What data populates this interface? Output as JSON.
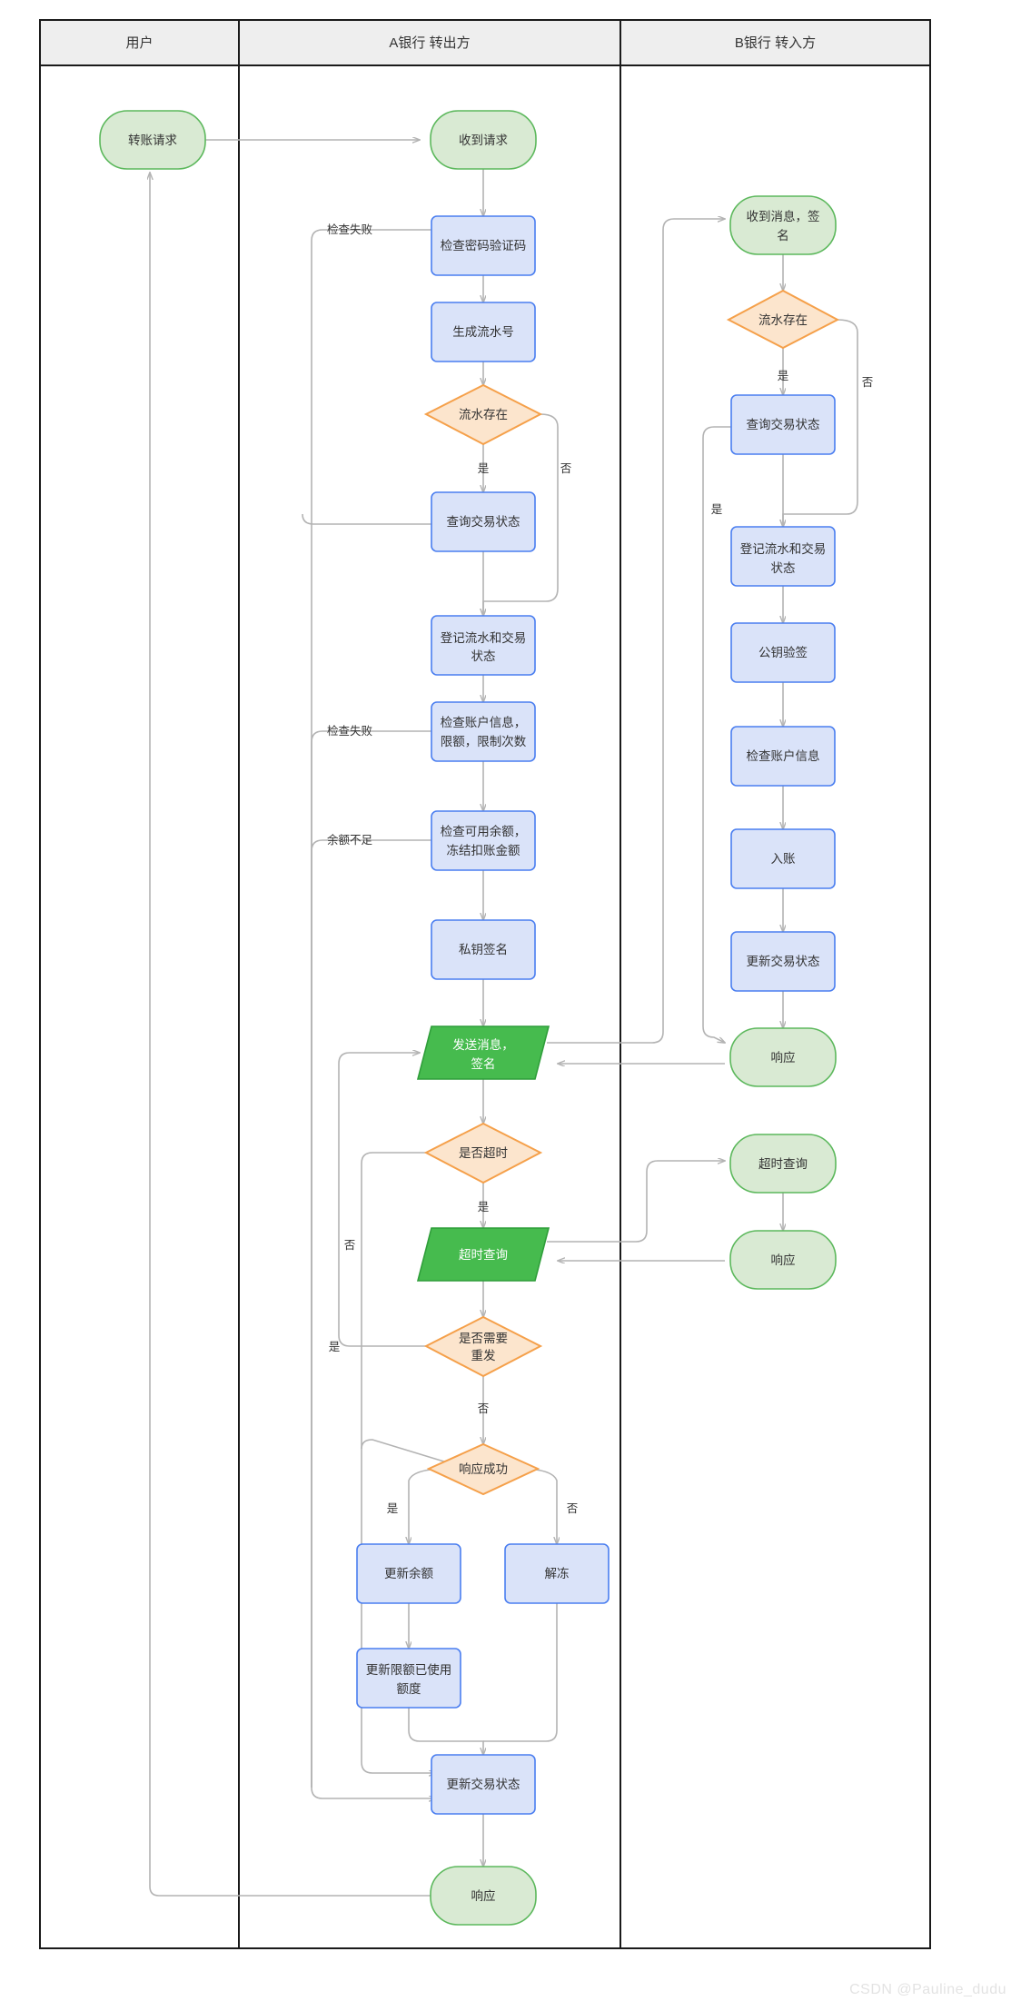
{
  "diagram": {
    "type": "flowchart",
    "title": "",
    "watermark": "CSDN @Pauline_dudu",
    "lanes": [
      {
        "id": "user",
        "label": "用户"
      },
      {
        "id": "banka",
        "label": "A银行 转出方"
      },
      {
        "id": "bankb",
        "label": "B银行 转入方"
      }
    ],
    "colors": {
      "lane_header_bg": "#eeeeee",
      "lane_border": "#1a1a1a",
      "start_fill": "#d9ead3",
      "start_stroke": "#5cb85c",
      "process_fill": "#dae3f9",
      "process_stroke": "#4a7ef0",
      "decision_fill": "#fce5cd",
      "decision_stroke": "#f5a04a",
      "io_fill": "#46bb4e",
      "io_stroke": "#2f9e3a",
      "edge": "#b3b3b3",
      "text": "#333333"
    },
    "nodes": [
      {
        "id": "u_req",
        "lane": "user",
        "shape": "start",
        "label": "转账请求"
      },
      {
        "id": "u_resp",
        "lane": "user",
        "shape": "start",
        "label": ""
      },
      {
        "id": "a_recv",
        "lane": "banka",
        "shape": "start",
        "label": "收到请求"
      },
      {
        "id": "a_pwd",
        "lane": "banka",
        "shape": "process",
        "label": "检查密码验证码"
      },
      {
        "id": "a_gen",
        "lane": "banka",
        "shape": "process",
        "label": "生成流水号"
      },
      {
        "id": "a_exist",
        "lane": "banka",
        "shape": "decision",
        "label": "流水存在"
      },
      {
        "id": "a_query",
        "lane": "banka",
        "shape": "process",
        "label": "查询交易状态"
      },
      {
        "id": "a_reg",
        "lane": "banka",
        "shape": "process",
        "label": "登记流水和交易状态"
      },
      {
        "id": "a_acct",
        "lane": "banka",
        "shape": "process",
        "label": "检查账户信息，限额，限制次数"
      },
      {
        "id": "a_bal",
        "lane": "banka",
        "shape": "process",
        "label": "检查可用余额，冻结扣账金额"
      },
      {
        "id": "a_sign",
        "lane": "banka",
        "shape": "process",
        "label": "私钥签名"
      },
      {
        "id": "a_send",
        "lane": "banka",
        "shape": "io",
        "label": "发送消息，签名"
      },
      {
        "id": "a_timeout",
        "lane": "banka",
        "shape": "decision",
        "label": "是否超时"
      },
      {
        "id": "a_tquery",
        "lane": "banka",
        "shape": "io",
        "label": "超时查询"
      },
      {
        "id": "a_resend",
        "lane": "banka",
        "shape": "decision",
        "label": "是否需要重发"
      },
      {
        "id": "a_ok",
        "lane": "banka",
        "shape": "decision",
        "label": "响应成功"
      },
      {
        "id": "a_updbal",
        "lane": "banka",
        "shape": "process",
        "label": "更新余额"
      },
      {
        "id": "a_unfreeze",
        "lane": "banka",
        "shape": "process",
        "label": "解冻"
      },
      {
        "id": "a_updlimit",
        "lane": "banka",
        "shape": "process",
        "label": "更新限额已使用额度"
      },
      {
        "id": "a_updtx",
        "lane": "banka",
        "shape": "process",
        "label": "更新交易状态"
      },
      {
        "id": "a_resp",
        "lane": "banka",
        "shape": "start",
        "label": "响应"
      },
      {
        "id": "b_recv",
        "lane": "bankb",
        "shape": "start",
        "label": "收到消息，签名"
      },
      {
        "id": "b_exist",
        "lane": "bankb",
        "shape": "decision",
        "label": "流水存在"
      },
      {
        "id": "b_query",
        "lane": "bankb",
        "shape": "process",
        "label": "查询交易状态"
      },
      {
        "id": "b_reg",
        "lane": "bankb",
        "shape": "process",
        "label": "登记流水和交易状态"
      },
      {
        "id": "b_verify",
        "lane": "bankb",
        "shape": "process",
        "label": "公钥验签"
      },
      {
        "id": "b_acct",
        "lane": "bankb",
        "shape": "process",
        "label": "检查账户信息"
      },
      {
        "id": "b_credit",
        "lane": "bankb",
        "shape": "process",
        "label": "入账"
      },
      {
        "id": "b_updtx",
        "lane": "bankb",
        "shape": "process",
        "label": "更新交易状态"
      },
      {
        "id": "b_resp1",
        "lane": "bankb",
        "shape": "start",
        "label": "响应"
      },
      {
        "id": "b_tquery",
        "lane": "bankb",
        "shape": "start",
        "label": "超时查询"
      },
      {
        "id": "b_resp2",
        "lane": "bankb",
        "shape": "start",
        "label": "响应"
      }
    ],
    "node_lines": {
      "a_reg": [
        "登记流水和交易",
        "状态"
      ],
      "a_acct": [
        "检查账户信息，",
        "限额，限制次数"
      ],
      "a_bal": [
        "检查可用余额，",
        "冻结扣账金额"
      ],
      "a_send": [
        "发送消息，",
        "签名"
      ],
      "a_resend": [
        "是否需要",
        "重发"
      ],
      "a_updlimit": [
        "更新限额已使用",
        "额度"
      ],
      "b_recv": [
        "收到消息，签",
        "名"
      ],
      "b_reg": [
        "登记流水和交易",
        "状态"
      ]
    },
    "edge_labels": [
      {
        "id": "e1",
        "text": "检查失败"
      },
      {
        "id": "e2",
        "text": "是"
      },
      {
        "id": "e3",
        "text": "否"
      },
      {
        "id": "e4",
        "text": "检查失败"
      },
      {
        "id": "e5",
        "text": "余额不足"
      },
      {
        "id": "e6",
        "text": "是"
      },
      {
        "id": "e7",
        "text": "否"
      },
      {
        "id": "e8",
        "text": "是"
      },
      {
        "id": "e9",
        "text": "否"
      },
      {
        "id": "e10",
        "text": "是"
      },
      {
        "id": "e11",
        "text": "否"
      },
      {
        "id": "e12",
        "text": "是"
      },
      {
        "id": "e13",
        "text": "否"
      },
      {
        "id": "e14",
        "text": "是"
      }
    ]
  }
}
